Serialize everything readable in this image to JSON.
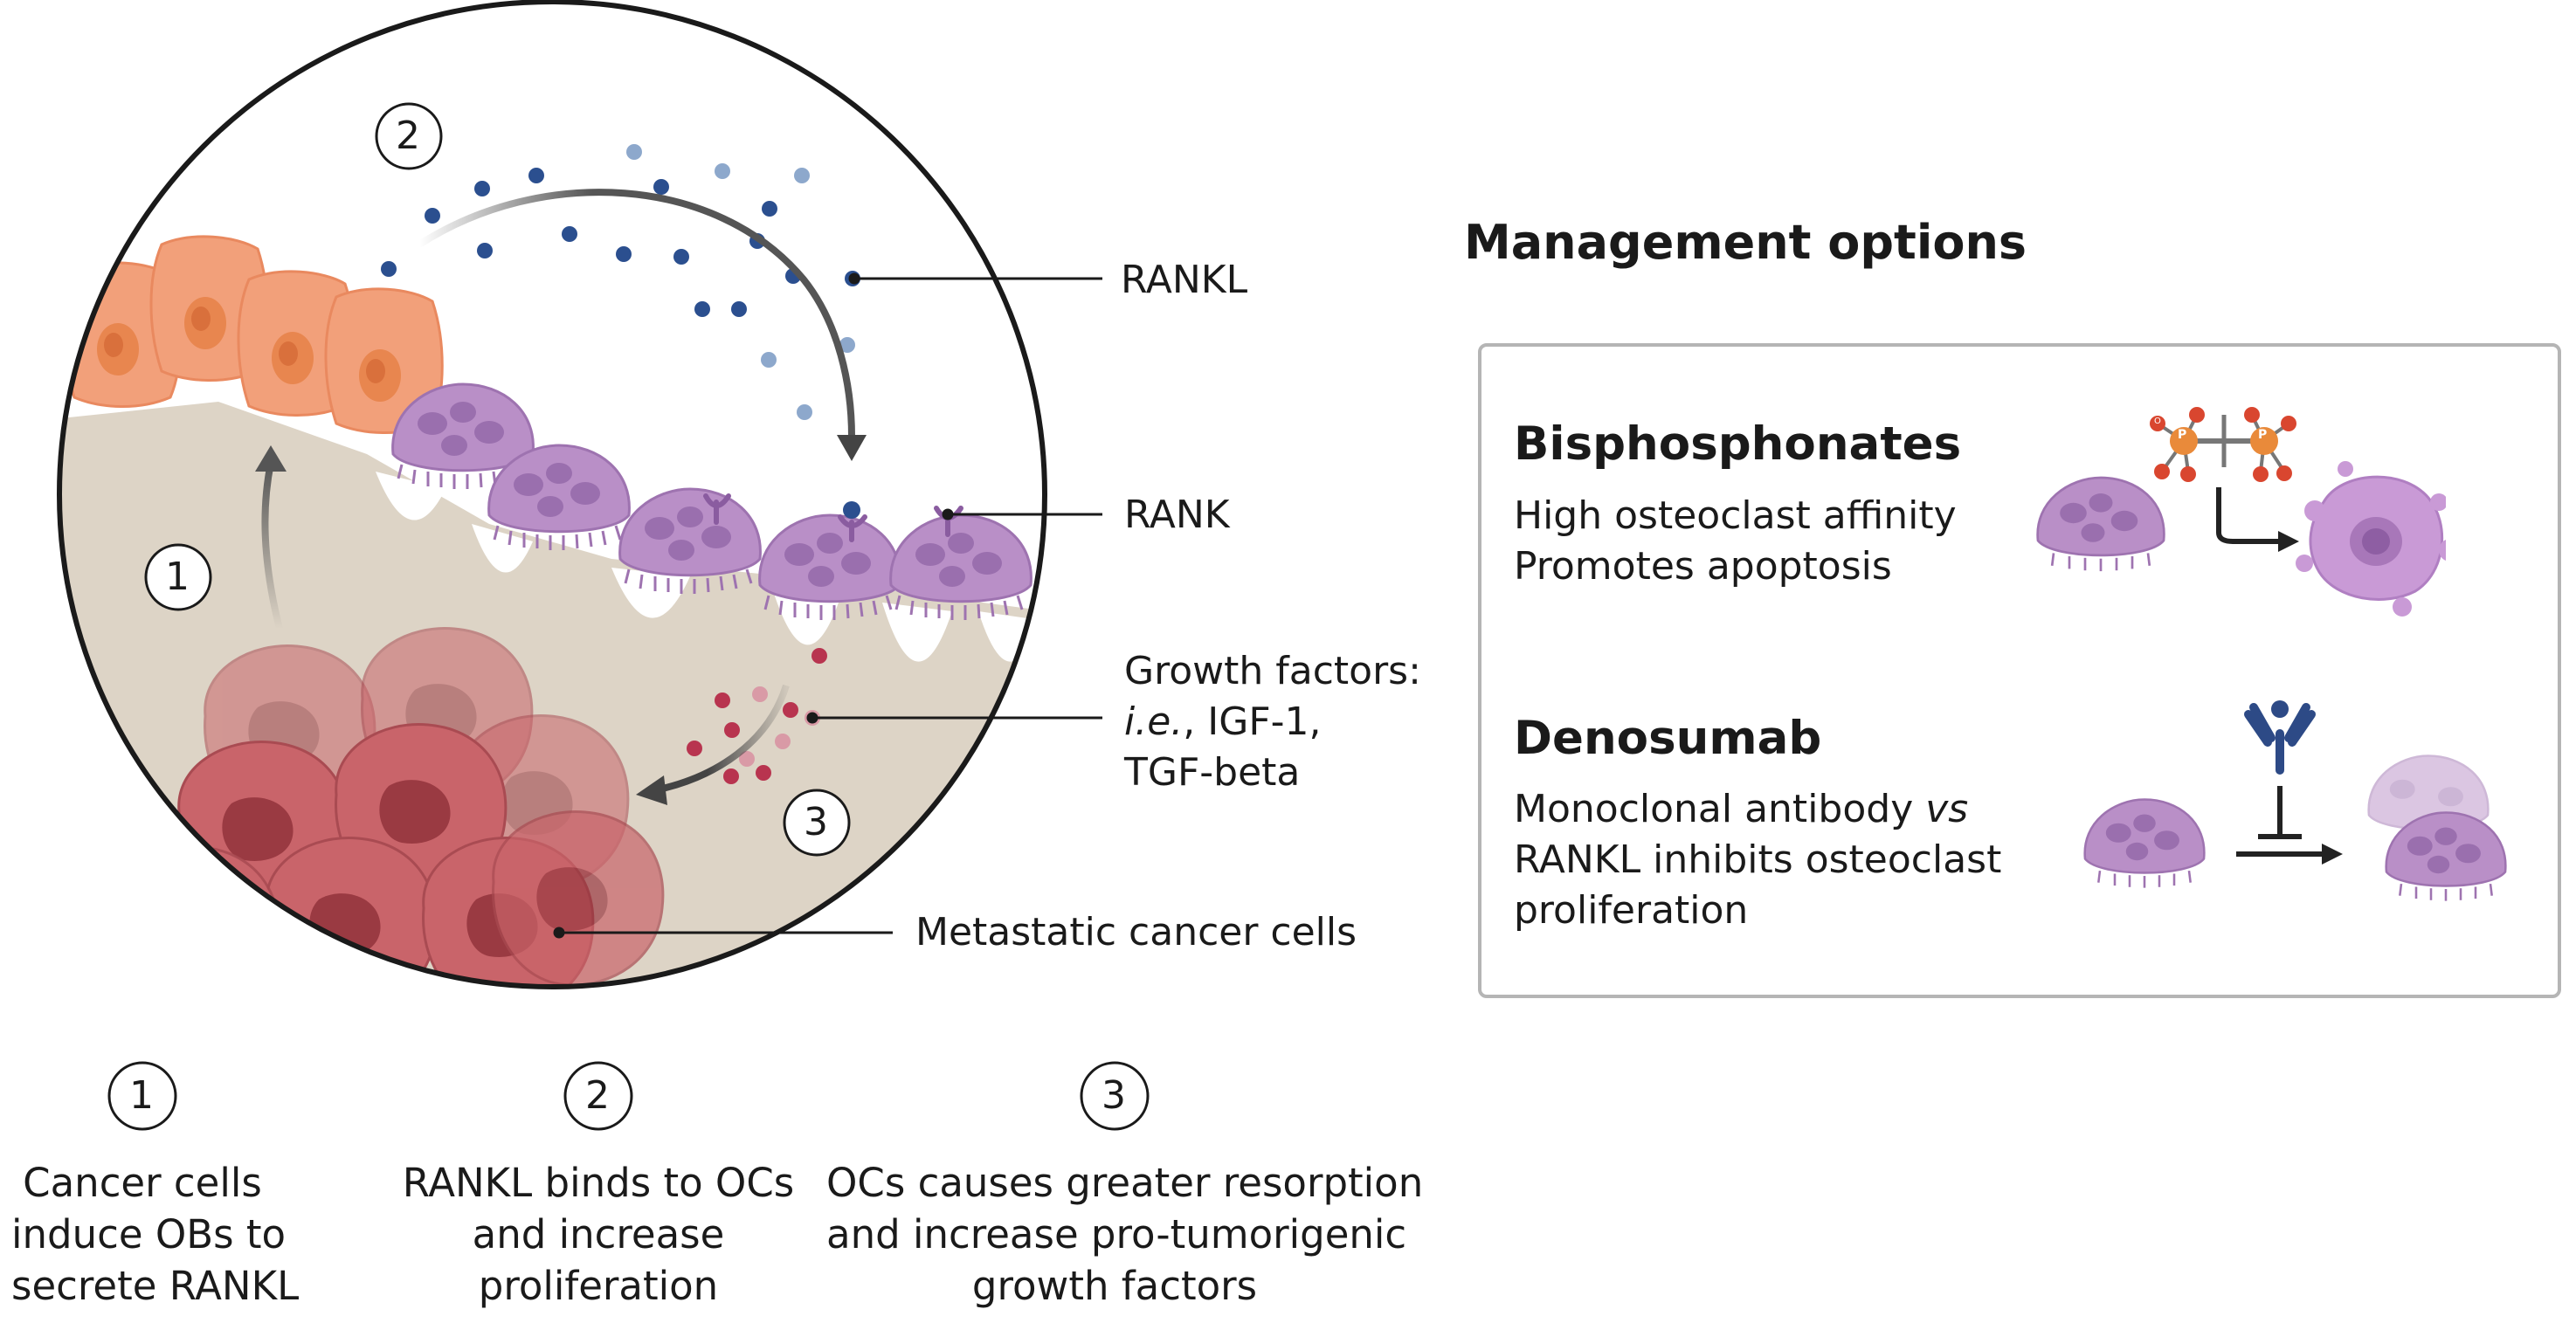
{
  "circle_labels": {
    "rankl": "RANKL",
    "rank": "RANK",
    "growth_line1": "Growth factors:",
    "growth_line2_em": "i.e.",
    "growth_line2_rest": ", IGF-1,",
    "growth_line3": "TGF-beta",
    "metastatic": "Metastatic cancer cells"
  },
  "steps": [
    {
      "num": "1",
      "lines": [
        "Cancer cells",
        "induce OBs to",
        "secrete RANKL"
      ]
    },
    {
      "num": "2",
      "lines": [
        "RANKL binds to OCs",
        "and increase",
        "proliferation"
      ]
    },
    {
      "num": "3",
      "lines": [
        "OCs causes greater resorption",
        "and increase pro-tumorigenic",
        "growth factors"
      ]
    }
  ],
  "panel": {
    "title": "Management options",
    "bisphosphonates": {
      "heading": "Bisphosphonates",
      "line1": "High osteoclast affinity",
      "line2": "Promotes apoptosis",
      "phosphate_atom": "P",
      "oxygen_atom": "O"
    },
    "denosumab": {
      "heading": "Denosumab",
      "line1_pre": "Monoclonal antibody ",
      "line1_em": "vs",
      "line2": "RANKL inhibits osteoclast",
      "line3": "proliferation"
    }
  },
  "colors": {
    "osteoblast": "#f2a07a",
    "osteoclast": "#b98fc7",
    "cancer": "#c9646a",
    "bone": "#ddd4c6",
    "rankl_dot": "#2b4f8f",
    "rankl_dot_light": "#8da8cc",
    "growth_dot": "#b8344f",
    "antibody": "#2d4a86"
  }
}
